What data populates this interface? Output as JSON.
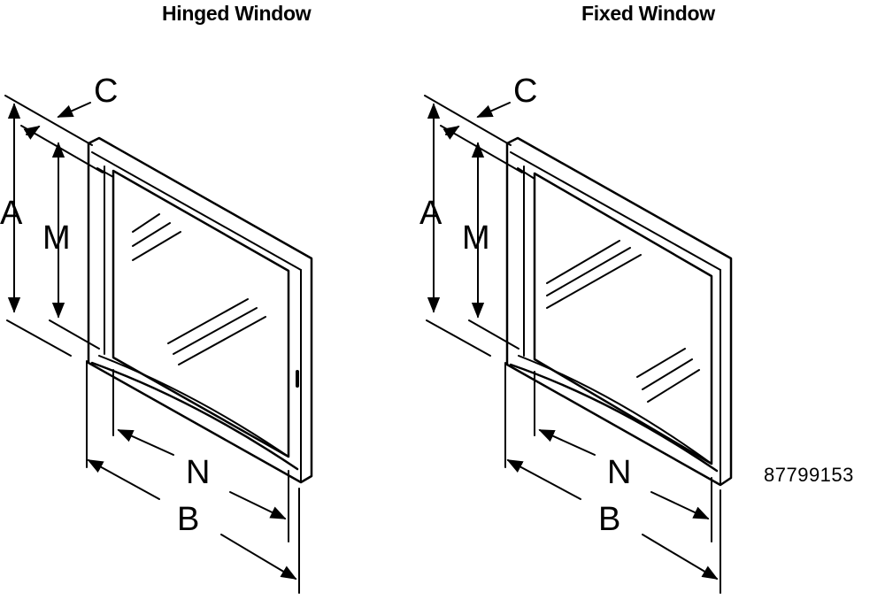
{
  "figures": [
    {
      "title": "Hinged Window",
      "dimension_labels": {
        "a": "A",
        "b": "B",
        "c": "C",
        "m": "M",
        "n": "N"
      }
    },
    {
      "title": "Fixed Window",
      "dimension_labels": {
        "a": "A",
        "b": "B",
        "c": "C",
        "m": "M",
        "n": "N"
      }
    }
  ],
  "reference_number": "87799153",
  "colors": {
    "line": "#000000",
    "background": "#ffffff"
  }
}
